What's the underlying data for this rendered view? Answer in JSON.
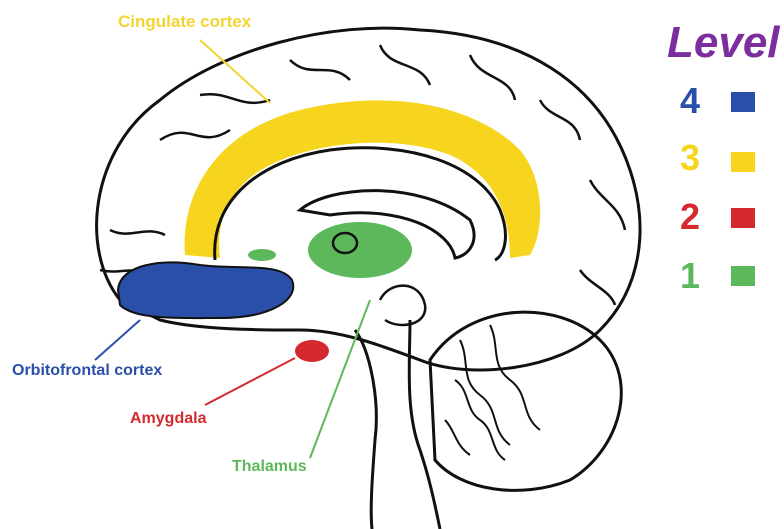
{
  "labels": {
    "cingulate": "Cingulate cortex",
    "orbitofrontal": "Orbitofrontal cortex",
    "amygdala": "Amygdala",
    "thalamus": "Thalamus"
  },
  "legend": {
    "title": "Level",
    "items": [
      {
        "level": "4",
        "color": "#2a4fa8"
      },
      {
        "level": "3",
        "color": "#f7d51e"
      },
      {
        "level": "2",
        "color": "#d42a2f"
      },
      {
        "level": "1",
        "color": "#5cb85a"
      }
    ]
  },
  "colors": {
    "title": "#7b2f9e",
    "cingulate_label": "#f2d530",
    "orbitofrontal": "#2a4fa8",
    "cingulate": "#f7d51e",
    "amygdala": "#d42a2f",
    "thalamus": "#5cb85a",
    "outline": "#111111"
  }
}
